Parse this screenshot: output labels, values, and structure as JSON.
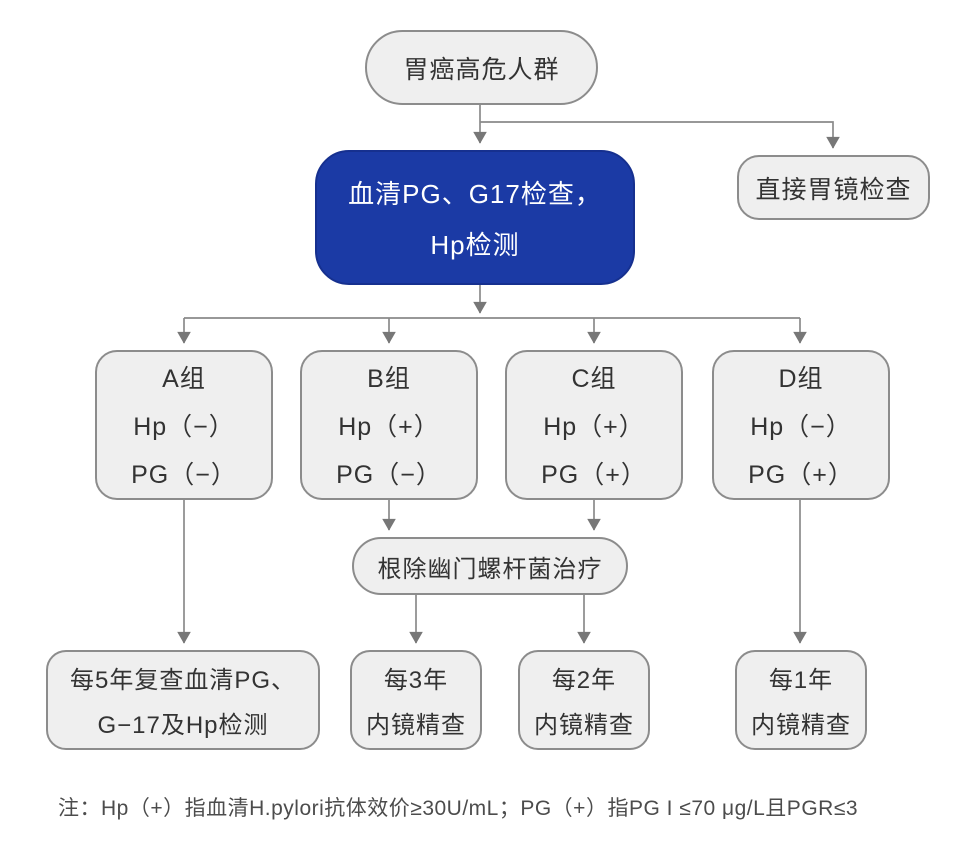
{
  "colors": {
    "accent_blue": "#1b3aa5",
    "box_fill": "#efefef",
    "box_border": "#8c8c8c",
    "connector_line": "#8a8a8a",
    "text": "#333333"
  },
  "nodes": {
    "top": {
      "label": "胃癌高危人群"
    },
    "serum_test": {
      "line1": "血清PG、G17检查，",
      "line2": "Hp检测"
    },
    "direct_endoscopy": {
      "label": "直接胃镜检查"
    },
    "group_a": {
      "title": "A组",
      "hp": "Hp（−）",
      "pg": "PG（−）"
    },
    "group_b": {
      "title": "B组",
      "hp": "Hp（+）",
      "pg": "PG（−）"
    },
    "group_c": {
      "title": "C组",
      "hp": "Hp（+）",
      "pg": "PG（+）"
    },
    "group_d": {
      "title": "D组",
      "hp": "Hp（−）",
      "pg": "PG（+）"
    },
    "eradication": {
      "label": "根除幽门螺杆菌治疗"
    },
    "review_5y": {
      "line1": "每5年复查血清PG、",
      "line2": "G−17及Hp检测"
    },
    "every_3y": {
      "line1": "每3年",
      "line2": "内镜精查"
    },
    "every_2y": {
      "line1": "每2年",
      "line2": "内镜精查"
    },
    "every_1y": {
      "line1": "每1年",
      "line2": "内镜精查"
    }
  },
  "note": "注：Hp（+）指血清H.pylori抗体效价≥30U/mL；PG（+）指PG I ≤70 μg/L且PGR≤3"
}
